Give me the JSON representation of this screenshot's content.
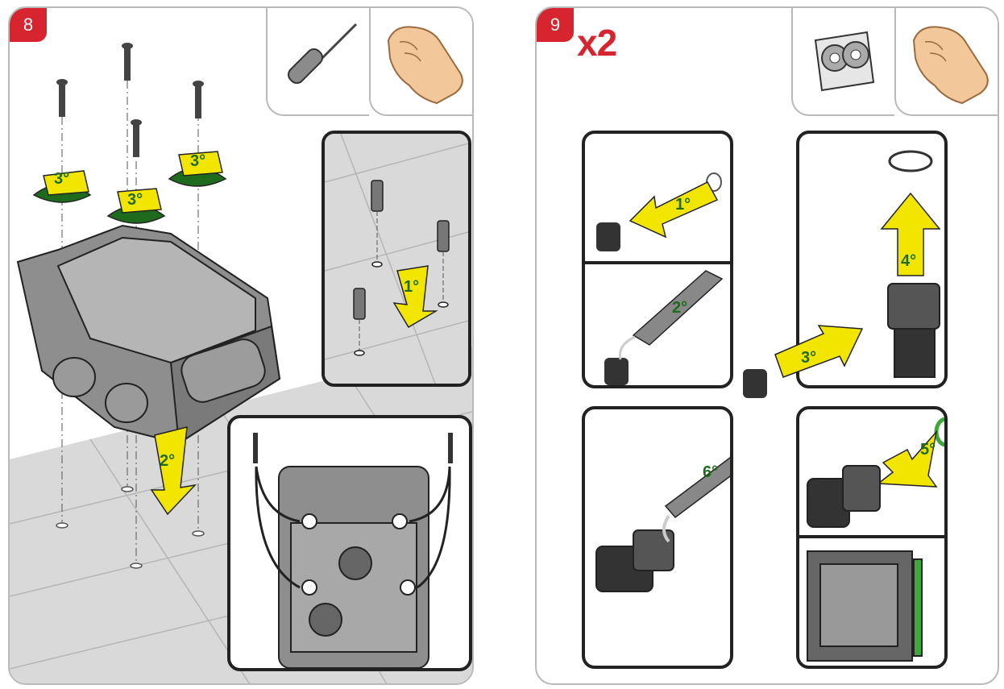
{
  "step8": {
    "number": "8",
    "labels": {
      "rotate_a": "3°",
      "rotate_b": "3°",
      "rotate_c": "3°",
      "move_down": "2°",
      "drill": "1°"
    }
  },
  "step9": {
    "number": "9",
    "multiplier": "x2",
    "labels": {
      "s1": "1°",
      "s2": "2°",
      "s3": "3°",
      "s4": "4°",
      "s5": "5°",
      "s6": "6°"
    }
  },
  "colors": {
    "accent_red": "#d6252e",
    "arrow_yellow": "#f2e600",
    "label_green": "#1e6b1e",
    "oring_green": "#3fa83a"
  },
  "icons": [
    "screwdriver-icon",
    "hand-icon",
    "sealing-tape-icon"
  ]
}
